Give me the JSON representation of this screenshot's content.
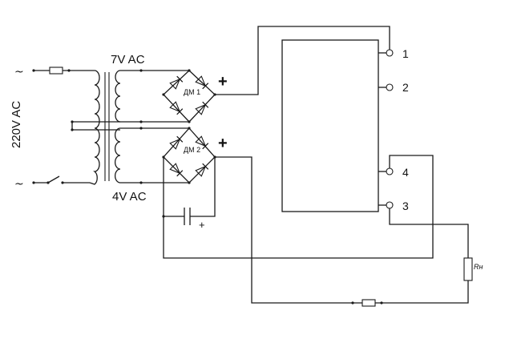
{
  "labels": {
    "mains": "220V AC",
    "secondary_top": "7V  AC",
    "secondary_bottom": "4V AC",
    "bridge1": "ДМ 1",
    "bridge2": "ДМ 2",
    "plus1": "+",
    "plus2": "+",
    "cap_plus": "+",
    "pin1": "1",
    "pin2": "2",
    "pin3": "3",
    "pin4": "4",
    "load": "Rн",
    "ac_top": "~",
    "ac_bottom": "~"
  }
}
